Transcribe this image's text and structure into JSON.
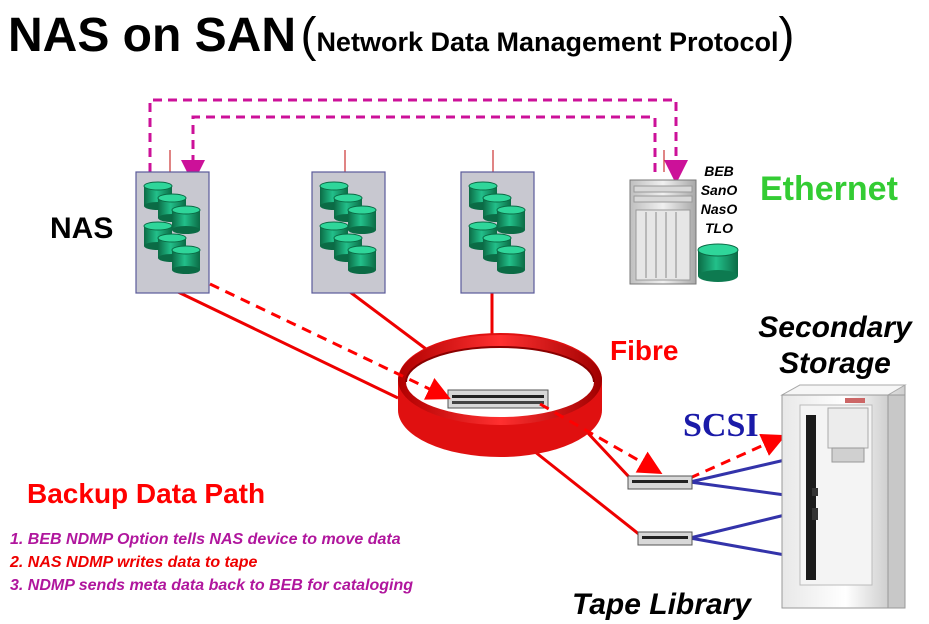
{
  "title": {
    "main": "NAS on SAN",
    "open_paren": "(",
    "subtitle": "Network Data Management Protocol",
    "close_paren": ")"
  },
  "labels": {
    "nas": "NAS",
    "ethernet": "Ethernet",
    "fibre": "Fibre",
    "scsi": "SCSI",
    "secondary_storage": "Secondary Storage",
    "tape_library": "Tape Library"
  },
  "server": {
    "lines": [
      "BEB",
      "SanO",
      "NasO",
      "TLO"
    ]
  },
  "backup_path": {
    "title": "Backup Data Path",
    "steps": [
      "1. BEB NDMP Option tells NAS device to move data",
      "2. NAS NDMP writes data to tape",
      "3. NDMP sends meta data back to BEB for cataloging"
    ]
  },
  "colors": {
    "fibre": "#ff0000",
    "scsi": "#3333aa",
    "ethernet": "#33cc33",
    "ndmp_control": "#cc1199",
    "disk": "#1a9e6b",
    "nas_box": "#c8c8d0"
  },
  "icons": [
    "nas-disk-array-icon",
    "backup-server-icon",
    "fibre-switch-icon",
    "tape-library-icon"
  ]
}
